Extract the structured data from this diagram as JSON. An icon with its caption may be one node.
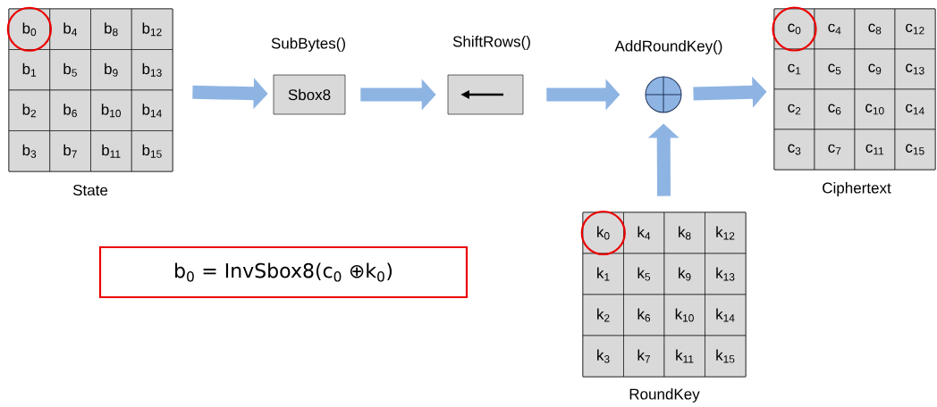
{
  "diagram": {
    "nodes": [
      {
        "text": [
          "State"
        ]
      },
      {
        "text": [
          "b$_{0}$"
        ],
        "in": 0
      },
      {
        "text": [
          "b$_{4}$"
        ],
        "in": 0
      },
      {
        "text": [
          "b$_{8}$"
        ],
        "in": 0
      },
      {
        "text": [
          "b$_{12}$"
        ],
        "in": 0
      },
      {
        "text": [
          "b$_{1}$"
        ],
        "in": 0
      },
      {
        "text": [
          "b$_{5}$"
        ],
        "in": 0
      },
      {
        "text": [
          "b$_{9}$"
        ],
        "in": 0
      },
      {
        "text": [
          "b$_{13}$"
        ],
        "in": 0
      },
      {
        "text": [
          "b$_{2}$"
        ],
        "in": 0
      },
      {
        "text": [
          "b$_{6}$"
        ],
        "in": 0
      },
      {
        "text": [
          "b$_{10}$"
        ],
        "in": 0
      },
      {
        "text": [
          "b$_{14}$"
        ],
        "in": 0
      },
      {
        "text": [
          "b$_{3}$"
        ],
        "in": 0
      },
      {
        "text": [
          "b$_{7}$"
        ],
        "in": 0
      },
      {
        "text": [
          "b$_{11}$"
        ],
        "in": 0
      },
      {
        "text": [
          "b$_{15}$"
        ],
        "in": 0
      },
      {
        "text": [
          "SubBytes()",
          "Sbox8"
        ]
      },
      {
        "text": [
          "ShiftRows()"
        ]
      },
      {
        "text": [
          "AddRoundKey()"
        ]
      },
      {
        "text": [
          "Ciphertext"
        ]
      },
      {
        "text": [
          "c$_{0}$"
        ],
        "in": 20
      },
      {
        "text": [
          "c$_{4}$"
        ],
        "in": 20
      },
      {
        "text": [
          "c$_{8}$"
        ],
        "in": 20
      },
      {
        "text": [
          "c$_{12}$"
        ],
        "in": 20
      },
      {
        "text": [
          "c$_{1}$"
        ],
        "in": 20
      },
      {
        "text": [
          "c$_{5}$"
        ],
        "in": 20
      },
      {
        "text": [
          "c$_{9}$"
        ],
        "in": 20
      },
      {
        "text": [
          "c$_{13}$"
        ],
        "in": 20
      },
      {
        "text": [
          "c$_{2}$"
        ],
        "in": 20
      },
      {
        "text": [
          "c$_{6}$"
        ],
        "in": 20
      },
      {
        "text": [
          "c$_{10}$"
        ],
        "in": 20
      },
      {
        "text": [
          "c$_{14}$"
        ],
        "in": 20
      },
      {
        "text": [
          "c$_{3}$"
        ],
        "in": 20
      },
      {
        "text": [
          "c$_{7}$"
        ],
        "in": 20
      },
      {
        "text": [
          "c$_{11}$"
        ],
        "in": 20
      },
      {
        "text": [
          "c$_{15}$"
        ],
        "in": 20
      },
      {
        "text": [
          "RoundKey"
        ]
      },
      {
        "text": [
          "k$_{0}$"
        ],
        "in": 37
      },
      {
        "text": [
          "k$_{4}$"
        ],
        "in": 37
      },
      {
        "text": [
          "k$_{8}$"
        ],
        "in": 37
      },
      {
        "text": [
          "k$_{12}$"
        ],
        "in": 37
      },
      {
        "text": [
          "k$_{1}$"
        ],
        "in": 37
      },
      {
        "text": [
          "k$_{5}$"
        ],
        "in": 37
      },
      {
        "text": [
          "k$_{9}$"
        ],
        "in": 37
      },
      {
        "text": [
          "k$_{13}$"
        ],
        "in": 37
      },
      {
        "text": [
          "k$_{2}$"
        ],
        "in": 37
      },
      {
        "text": [
          "k$_{6}$"
        ],
        "in": 37
      },
      {
        "text": [
          "k$_{10}$"
        ],
        "in": 37
      },
      {
        "text": [
          "k$_{14}$"
        ],
        "in": 37
      },
      {
        "text": [
          "k$_{3}$"
        ],
        "in": 37
      },
      {
        "text": [
          "k$_{7}$"
        ],
        "in": 37
      },
      {
        "text": [
          "k$_{11}$"
        ],
        "in": 37
      },
      {
        "text": [
          "k$_{15}$"
        ],
        "in": 37
      },
      {
        "text": [
          "b$_{0}$ = InvSbox8(c$_{0}$ ⊕k$_{0}$)"
        ]
      }
    ],
    "edges": [
      {
        "from": 0,
        "to": 17,
        "arrow": "to"
      },
      {
        "from": 17,
        "to": 18,
        "arrow": "to"
      },
      {
        "from": 18,
        "to": 19,
        "arrow": "to"
      },
      {
        "from": 19,
        "to": 20,
        "arrow": "to"
      },
      {
        "from": 37,
        "to": 19,
        "arrow": "to"
      }
    ]
  }
}
